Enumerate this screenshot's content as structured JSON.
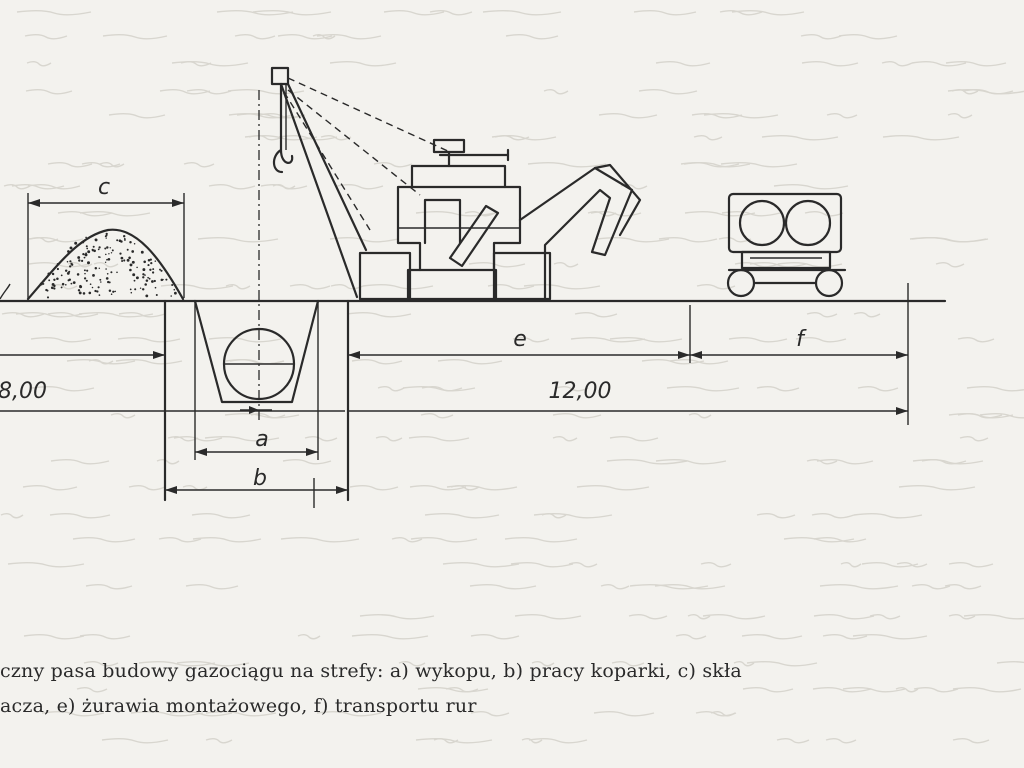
{
  "labels": {
    "c": "c",
    "a": "a",
    "b": "b",
    "e": "e",
    "f": "f",
    "dim_left": "8,00",
    "dim_right": "12,00"
  },
  "caption": {
    "line1": "czny pasa budowy gazociągu na strefy: a) wykopu, b) pracy koparki, c) skła",
    "line2": "acza, e) żurawia montażowego, f) transportu rur"
  },
  "colors": {
    "ink": "#2a2a2a",
    "paper": "#f3f2ee"
  }
}
